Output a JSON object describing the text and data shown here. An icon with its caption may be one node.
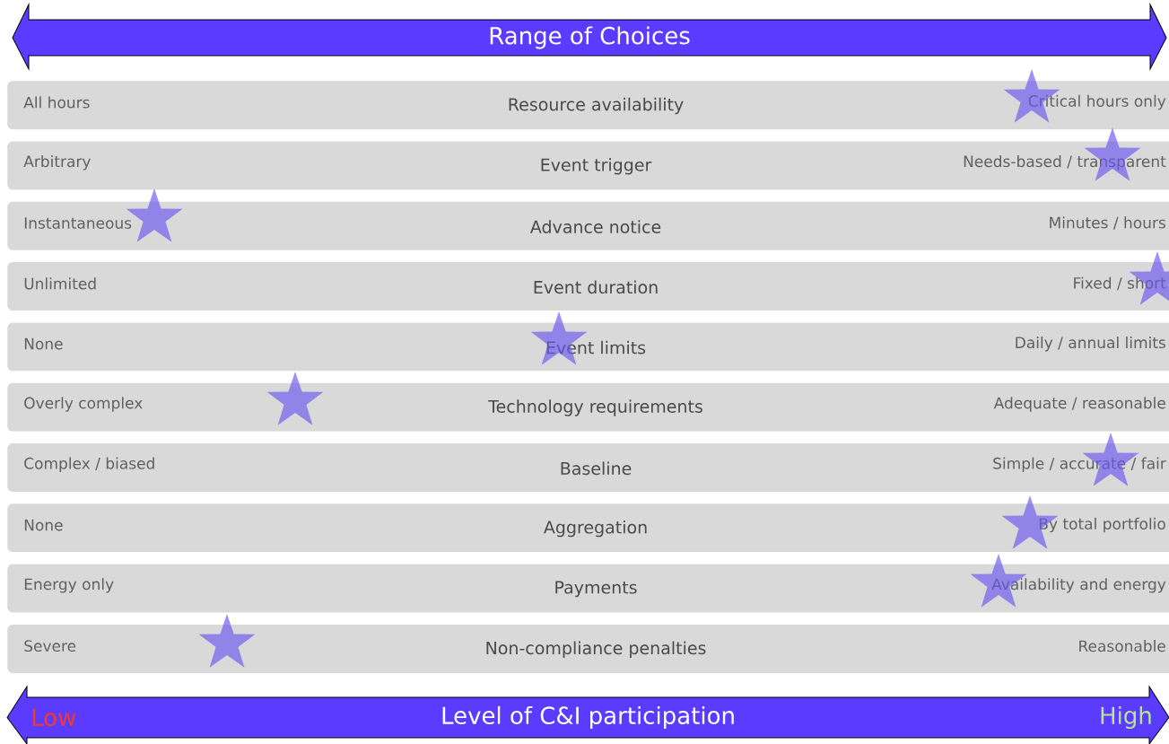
{
  "diagram": {
    "nodes": [
      {
        "text": [
          "Range of Choices"
        ]
      },
      {
        "text": [
          "All hours",
          "Resource availability",
          "Critical hours only"
        ]
      },
      {
        "text": [
          "Arbitrary",
          "Event trigger",
          "Needs-based / transparent"
        ]
      },
      {
        "text": [
          "Instantaneous",
          "Advance notice",
          "Minutes / hours"
        ]
      },
      {
        "text": [
          "Unlimited",
          "Event duration",
          "Fixed / short"
        ]
      },
      {
        "text": [
          "None",
          "Event limits",
          "Daily / annual limits"
        ]
      },
      {
        "text": [
          "Overly complex",
          "Technology requirements",
          "Adequate / reasonable"
        ]
      },
      {
        "text": [
          "Complex / biased",
          "Baseline",
          "Simple / accurate / fair"
        ]
      },
      {
        "text": [
          "None",
          "Aggregation",
          "By total portfolio"
        ]
      },
      {
        "text": [
          "Energy only",
          "Payments",
          "Availability and energy"
        ]
      },
      {
        "text": [
          "Severe",
          "Non-compliance penalties",
          "Reasonable"
        ]
      },
      {
        "text": [
          "Low",
          "Level of C&I participation",
          "High"
        ]
      },
      {
        "text": [],
        "shape": "star"
      },
      {
        "text": [],
        "shape": "star"
      },
      {
        "text": [],
        "shape": "star"
      },
      {
        "text": [],
        "shape": "star"
      },
      {
        "text": [],
        "shape": "star"
      },
      {
        "text": [],
        "shape": "star"
      },
      {
        "text": [],
        "shape": "star"
      },
      {
        "text": [],
        "shape": "star"
      },
      {
        "text": [],
        "shape": "star"
      },
      {
        "text": [],
        "shape": "star"
      }
    ]
  }
}
